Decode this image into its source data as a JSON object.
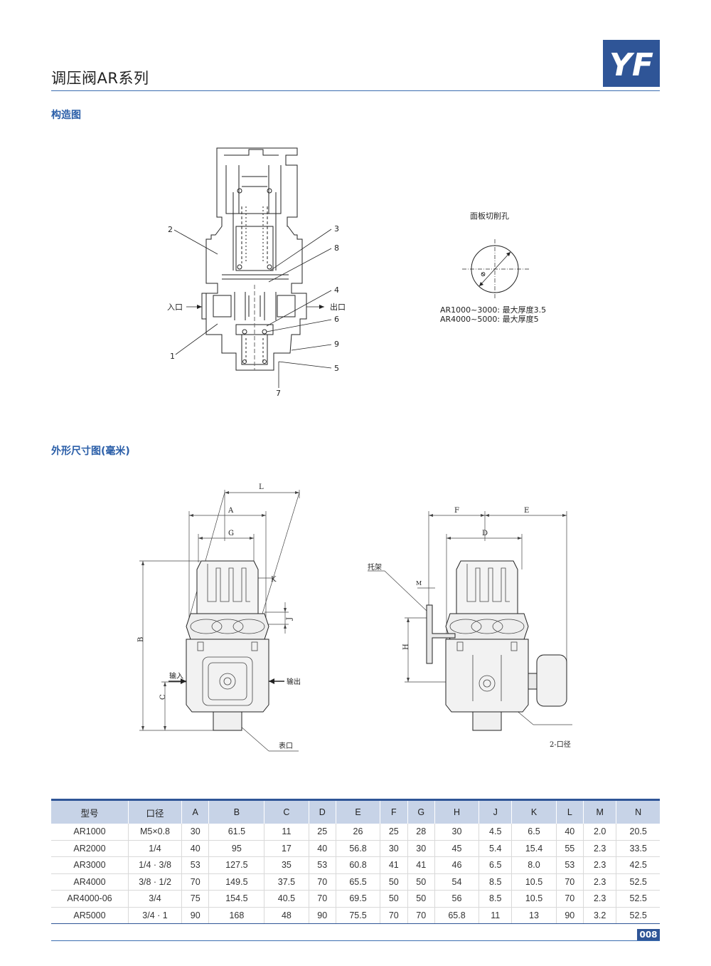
{
  "header": {
    "title": "调压阀AR系列",
    "logo_text": "YF",
    "brand_color": "#2f5597"
  },
  "sections": {
    "structure": "构造图",
    "dimensions": "外形尺寸图(毫米)"
  },
  "structure_diagram": {
    "labels": {
      "p1": "1",
      "p2": "2",
      "p3": "3",
      "p4": "4",
      "p5": "5",
      "p6": "6",
      "p7": "7",
      "p8": "8",
      "p9": "9",
      "inlet": "入口",
      "outlet": "出口"
    }
  },
  "panel_cutout": {
    "title": "面板切削孔",
    "diameter_symbol": "Φ",
    "note_line1": "AR1000~3000: 最大厚度3.5",
    "note_line2": "AR4000~5000: 最大厚度5"
  },
  "dim_front": {
    "labels": {
      "L": "L",
      "A": "A",
      "G": "G",
      "K": "K",
      "J": "J",
      "B": "B",
      "C": "C",
      "input": "输入",
      "output": "输出",
      "gauge_port": "表口"
    }
  },
  "dim_side": {
    "labels": {
      "F": "F",
      "E": "E",
      "D": "D",
      "M": "M",
      "H": "H",
      "bracket": "托架",
      "port": "2-口径"
    }
  },
  "table": {
    "headers": [
      "型号",
      "口径",
      "A",
      "B",
      "C",
      "D",
      "E",
      "F",
      "G",
      "H",
      "J",
      "K",
      "L",
      "M",
      "N"
    ],
    "rows": [
      [
        "AR1000",
        "M5×0.8",
        "30",
        "61.5",
        "11",
        "25",
        "26",
        "25",
        "28",
        "30",
        "4.5",
        "6.5",
        "40",
        "2.0",
        "20.5"
      ],
      [
        "AR2000",
        "1/4",
        "40",
        "95",
        "17",
        "40",
        "56.8",
        "30",
        "30",
        "45",
        "5.4",
        "15.4",
        "55",
        "2.3",
        "33.5"
      ],
      [
        "AR3000",
        "1/4 · 3/8",
        "53",
        "127.5",
        "35",
        "53",
        "60.8",
        "41",
        "41",
        "46",
        "6.5",
        "8.0",
        "53",
        "2.3",
        "42.5"
      ],
      [
        "AR4000",
        "3/8 · 1/2",
        "70",
        "149.5",
        "37.5",
        "70",
        "65.5",
        "50",
        "50",
        "54",
        "8.5",
        "10.5",
        "70",
        "2.3",
        "52.5"
      ],
      [
        "AR4000-06",
        "3/4",
        "75",
        "154.5",
        "40.5",
        "70",
        "69.5",
        "50",
        "50",
        "56",
        "8.5",
        "10.5",
        "70",
        "2.3",
        "52.5"
      ],
      [
        "AR5000",
        "3/4 · 1",
        "90",
        "168",
        "48",
        "90",
        "75.5",
        "70",
        "70",
        "65.8",
        "11",
        "13",
        "90",
        "3.2",
        "52.5"
      ]
    ]
  },
  "footer": {
    "page_number": "008"
  }
}
